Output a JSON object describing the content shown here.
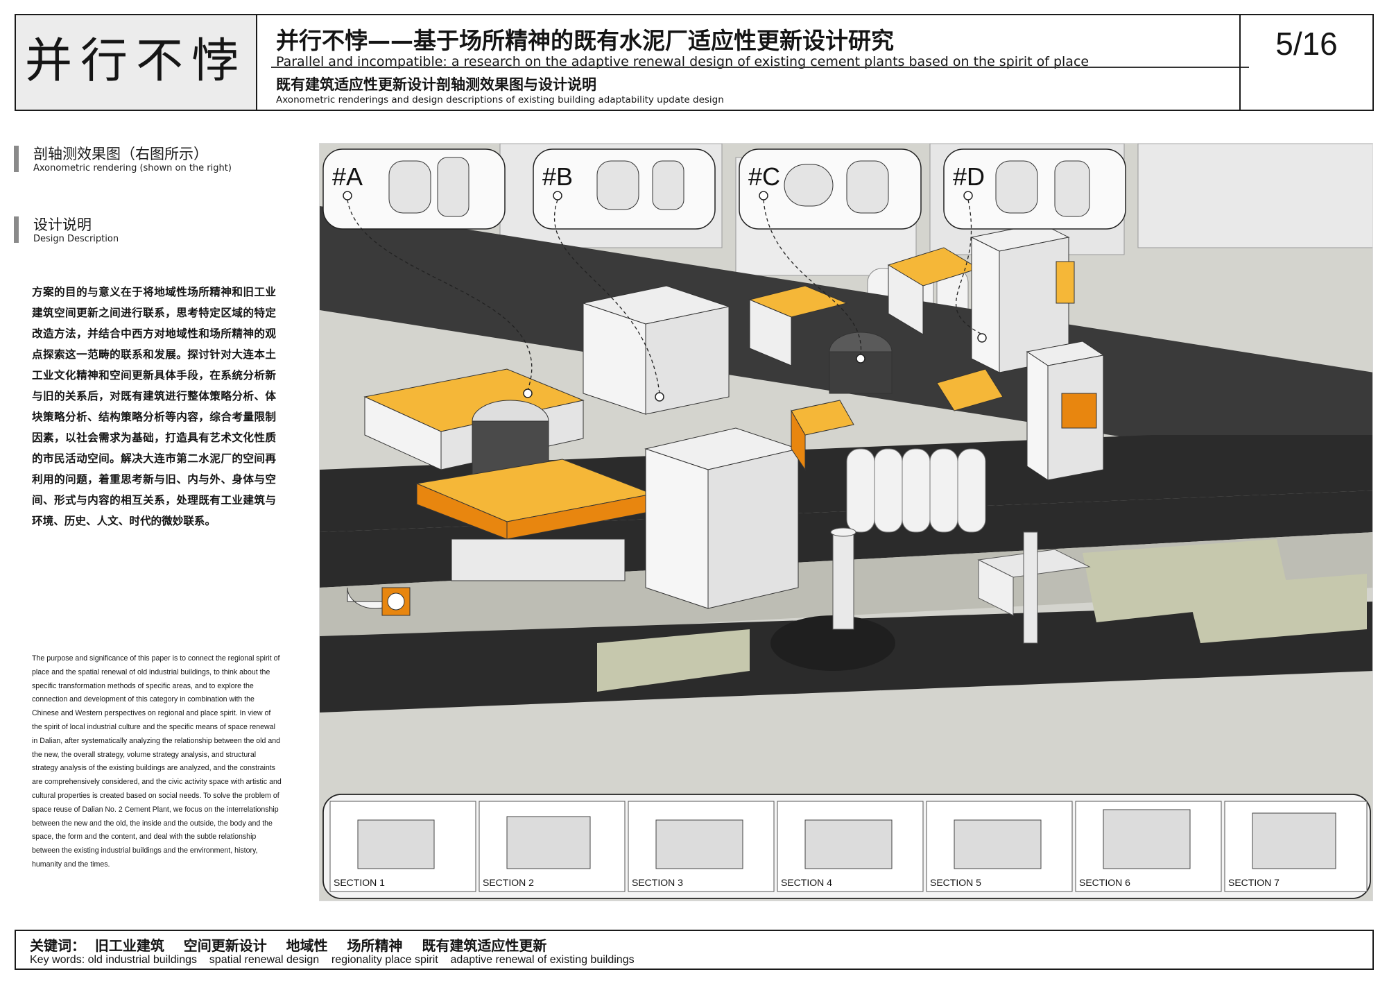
{
  "header": {
    "logo": "并行不悖",
    "title_cn": "并行不悖——基于场所精神的既有水泥厂适应性更新设计研究",
    "title_en": "Parallel and incompatible: a research on the adaptive renewal design of existing cement plants based on the spirit of place",
    "subtitle_cn": "既有建筑适应性更新设计剖轴测效果图与设计说明",
    "subtitle_en": "Axonometric renderings and design descriptions of existing building adaptability update design",
    "page": "5/16"
  },
  "left": {
    "section1_cn": "剖轴测效果图（右图所示）",
    "section1_en": "Axonometric rendering (shown on the right)",
    "section2_cn": "设计说明",
    "section2_en": "Design Description",
    "desc_cn": "方案的目的与意义在于将地域性场所精神和旧工业建筑空间更新之间进行联系，思考特定区域的特定改造方法，并结合中西方对地域性和场所精神的观点探索这一范畴的联系和发展。探讨针对大连本土工业文化精神和空间更新具体手段，在系统分析新与旧的关系后，对既有建筑进行整体策略分析、体块策略分析、结构策略分析等内容，综合考量限制因素，以社会需求为基础，打造具有艺术文化性质的市民活动空间。解决大连市第二水泥厂的空间再利用的问题，着重思考新与旧、内与外、身体与空间、形式与内容的相互关系，处理既有工业建筑与环境、历史、人文、时代的微妙联系。",
    "desc_en": "The purpose and significance of this paper is to connect the regional spirit of place and the spatial renewal of old industrial buildings, to think about the specific transformation methods of specific areas, and to explore the connection and development of this category in combination with the Chinese and Western perspectives on regional and place spirit. In view of the spirit of local industrial culture and the specific means of space renewal in Dalian, after systematically analyzing the relationship between the old and the new, the overall strategy, volume strategy analysis, and structural strategy analysis of the existing buildings are analyzed, and the constraints are comprehensively considered, and the civic activity space with artistic and cultural properties is created based on social needs. To solve the problem of space reuse of Dalian No. 2 Cement Plant, we focus on the interrelationship between the new and the old, the inside and the outside, the body and the space, the form and the content, and deal with the subtle relationship between the existing industrial buildings and the environment, history, humanity and the times."
  },
  "drawing": {
    "callouts": [
      "#A",
      "#B",
      "#C",
      "#D"
    ],
    "sections": [
      "SECTION 1",
      "SECTION 2",
      "SECTION 3",
      "SECTION 4",
      "SECTION 5",
      "SECTION 6",
      "SECTION 7"
    ],
    "colors": {
      "accent": "#f5b738",
      "accent_dark": "#e8860f",
      "road": "#2b2b2b",
      "ground": "#c9c9bd",
      "building": "#f1f1f1"
    }
  },
  "footer": {
    "keywords_cn": "关键词：  旧工业建筑    空间更新设计    地域性    场所精神    既有建筑适应性更新",
    "keywords_en": "Key words: old industrial buildings    spatial renewal design    regionality place spirit    adaptive renewal of existing buildings"
  }
}
